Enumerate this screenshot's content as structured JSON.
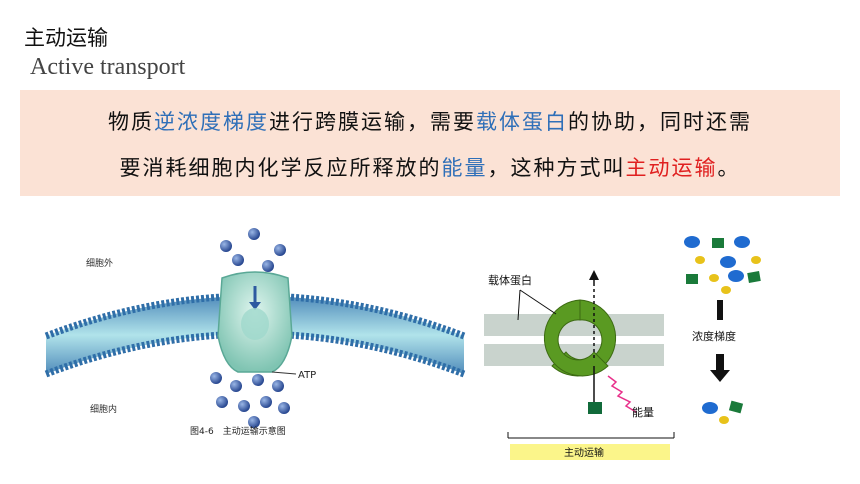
{
  "title_cn": "主动运输",
  "title_en": "Active transport",
  "definition": {
    "l1_a": "物质",
    "l1_b": "逆浓度梯度",
    "l1_c": "进行跨膜运输，需要",
    "l1_d": "载体蛋白",
    "l1_e": "的协助，同时还需",
    "l2_a": "要消耗细胞内化学反应所释放的",
    "l2_b": "能量",
    "l2_c": "，这种方式叫",
    "l2_d": "主动运输",
    "l2_e": "。"
  },
  "figure1": {
    "outside_label": "细胞外",
    "inside_label": "细胞内",
    "atp_label": "ATP",
    "caption": "图4-6　主动运输示意图"
  },
  "figure2": {
    "carrier_label": "载体蛋白",
    "energy_label": "能量",
    "bar_label": "主动运输"
  },
  "figure3": {
    "gradient_label": "浓度梯度"
  },
  "colors": {
    "blue_text": "#2f6fb8",
    "red_text": "#e02020",
    "box_bg": "#fbe2d5",
    "carrier_green": "#5a9a22",
    "bar_yellow": "#fbf58a"
  }
}
